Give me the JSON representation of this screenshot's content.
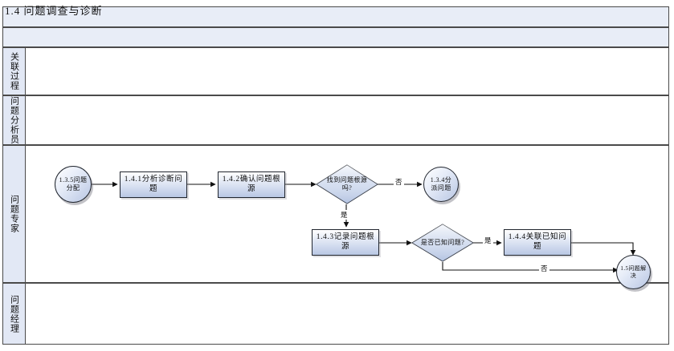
{
  "diagram": {
    "title": "1.4 问题调查与诊断",
    "lanes": [
      {
        "label": "关联过程"
      },
      {
        "label": "问题分析员"
      },
      {
        "label": "问题专家"
      },
      {
        "label": "问题经理"
      }
    ],
    "nodes": {
      "start": {
        "label": "1.3.5问题分配",
        "type": "terminator"
      },
      "analyze": {
        "label": "1.4.1分析诊断问题",
        "type": "process"
      },
      "confirm": {
        "label": "1.4.2确认问题根源",
        "type": "process"
      },
      "found_decision": {
        "label": "找到问题根源吗?",
        "type": "decision"
      },
      "dispatch": {
        "label": "1.3.4分派问题",
        "type": "terminator"
      },
      "record": {
        "label": "1.4.3记录问题根源",
        "type": "process"
      },
      "known_decision": {
        "label": "是否已知问题?",
        "type": "decision"
      },
      "relate": {
        "label": "1.4.4关联已知问题",
        "type": "process"
      },
      "end": {
        "label": "1.5问题解决",
        "type": "terminator"
      }
    },
    "edge_labels": {
      "found_no": "否",
      "found_yes": "是",
      "known_yes": "是",
      "known_no": "否"
    },
    "colors": {
      "lane_header_fill": "#e2e8f5",
      "title_fill": "#e8edf7",
      "shape_fill": "#b9c7e4",
      "border": "#20252e"
    }
  }
}
